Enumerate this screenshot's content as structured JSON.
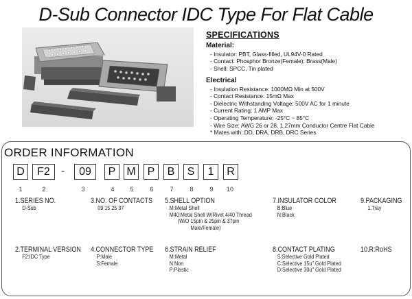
{
  "title": "D-Sub Connector IDC Type For Flat Cable",
  "specifications": {
    "heading": "SPECIFICATIONS",
    "material": {
      "heading": "Material:",
      "lines": [
        "- Insulator: PBT, Glass-filled, UL94V-0 Rated",
        "- Contact: Phosphor Bronze(Female); Brass(Male)",
        "- Shell: SPCC, Tin plated"
      ]
    },
    "electrical": {
      "heading": "Electrical",
      "lines": [
        "- Insulation Resistance: 1000MΩ Min at 500V",
        "- Contact Resistance: 15mΩ Max",
        "- Dielectric Withstanding Voltage: 500V AC for 1 minute",
        "- Current Rating: 1 AMP Max",
        "- Operating Temperature: -25°C ~ 85°C",
        "- Wire Size: AWG 26 or 28, 1.27mm Conductor Centre Flat Cable",
        "* Mates with: DD, DRA, DRB, DRC Series"
      ]
    }
  },
  "order": {
    "heading": "ORDER INFORMATION",
    "code": [
      "D",
      "F2",
      "-",
      "09",
      "P",
      "M",
      "P",
      "B",
      "S",
      "1",
      "R"
    ],
    "numbers": [
      "1",
      "2",
      "3",
      "4",
      "5",
      "6",
      "7",
      "8",
      "9",
      "10"
    ],
    "options": {
      "series": {
        "head": "1.SERIES NO.",
        "lines": [
          "D-Sub"
        ]
      },
      "contacts": {
        "head": "3.NO. OF CONTACTS",
        "lines": [
          "09  15  25  37"
        ]
      },
      "shell": {
        "head": "5.SHELL OPTION",
        "lines": [
          "M:Metal Shell",
          "M40:Metal Shell W/Rivet 4/40 Thread",
          "(W/O 15pin & 25pin & 37pin",
          "Male/Female)"
        ]
      },
      "insulator_color": {
        "head": "7.INSULATOR COLOR",
        "lines": [
          "B:Blue",
          "N:Black"
        ]
      },
      "packaging": {
        "head": "9.PACKAGING",
        "lines": [
          "1.Tray"
        ]
      },
      "terminal": {
        "head": "2.TERMINAL VERSION",
        "lines": [
          "F2:IDC Type"
        ]
      },
      "connector_type": {
        "head": "4.CONNECTOR TYPE",
        "lines": [
          "P:Male",
          "S:Female"
        ]
      },
      "strain": {
        "head": "6.STRAIN RELIEF",
        "lines": [
          "M:Metal",
          "N:Non",
          "P:Plastic"
        ]
      },
      "plating": {
        "head": "8.CONTACT PLATING",
        "lines": [
          "S:Selective Gold Plated",
          "C:Selective 15u\" Gold Plated",
          "D:Selective 30u\" Gold Plated"
        ]
      },
      "rohs": {
        "head": "10.R:RoHS",
        "lines": []
      }
    }
  }
}
